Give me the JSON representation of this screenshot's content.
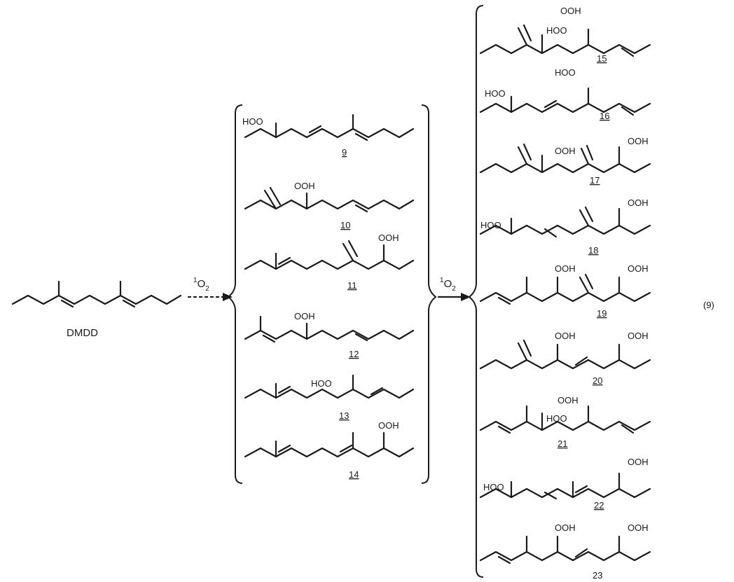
{
  "start": {
    "name": "DMDD"
  },
  "reagent": {
    "sup": "1",
    "text": "O",
    "sub": "2"
  },
  "equation_number": "(9)",
  "group1": [
    {
      "number": "9",
      "substituent": "HOO"
    },
    {
      "number": "10",
      "substituent": "OOH"
    },
    {
      "number": "11",
      "substituent": "OOH"
    },
    {
      "number": "12",
      "substituent": "OOH"
    },
    {
      "number": "13",
      "substituent": "HOO"
    },
    {
      "number": "14",
      "substituent": "OOH"
    }
  ],
  "group2": [
    {
      "number": "15",
      "substituents": [
        "OOH",
        "HOO"
      ]
    },
    {
      "number": "16",
      "substituents": [
        "HOO",
        "HOO"
      ]
    },
    {
      "number": "17",
      "substituents": [
        "OOH",
        "OOH"
      ]
    },
    {
      "number": "18",
      "substituents": [
        "HOO",
        "OOH"
      ]
    },
    {
      "number": "19",
      "substituents": [
        "OOH",
        "OOH"
      ]
    },
    {
      "number": "20",
      "substituents": [
        "OOH",
        "OOH"
      ]
    },
    {
      "number": "21",
      "substituents": [
        "OOH",
        "HOO"
      ]
    },
    {
      "number": "22",
      "substituents": [
        "HOO",
        "OOH"
      ]
    },
    {
      "number": "23",
      "substituents": [
        "OOH",
        "OOH"
      ]
    }
  ]
}
